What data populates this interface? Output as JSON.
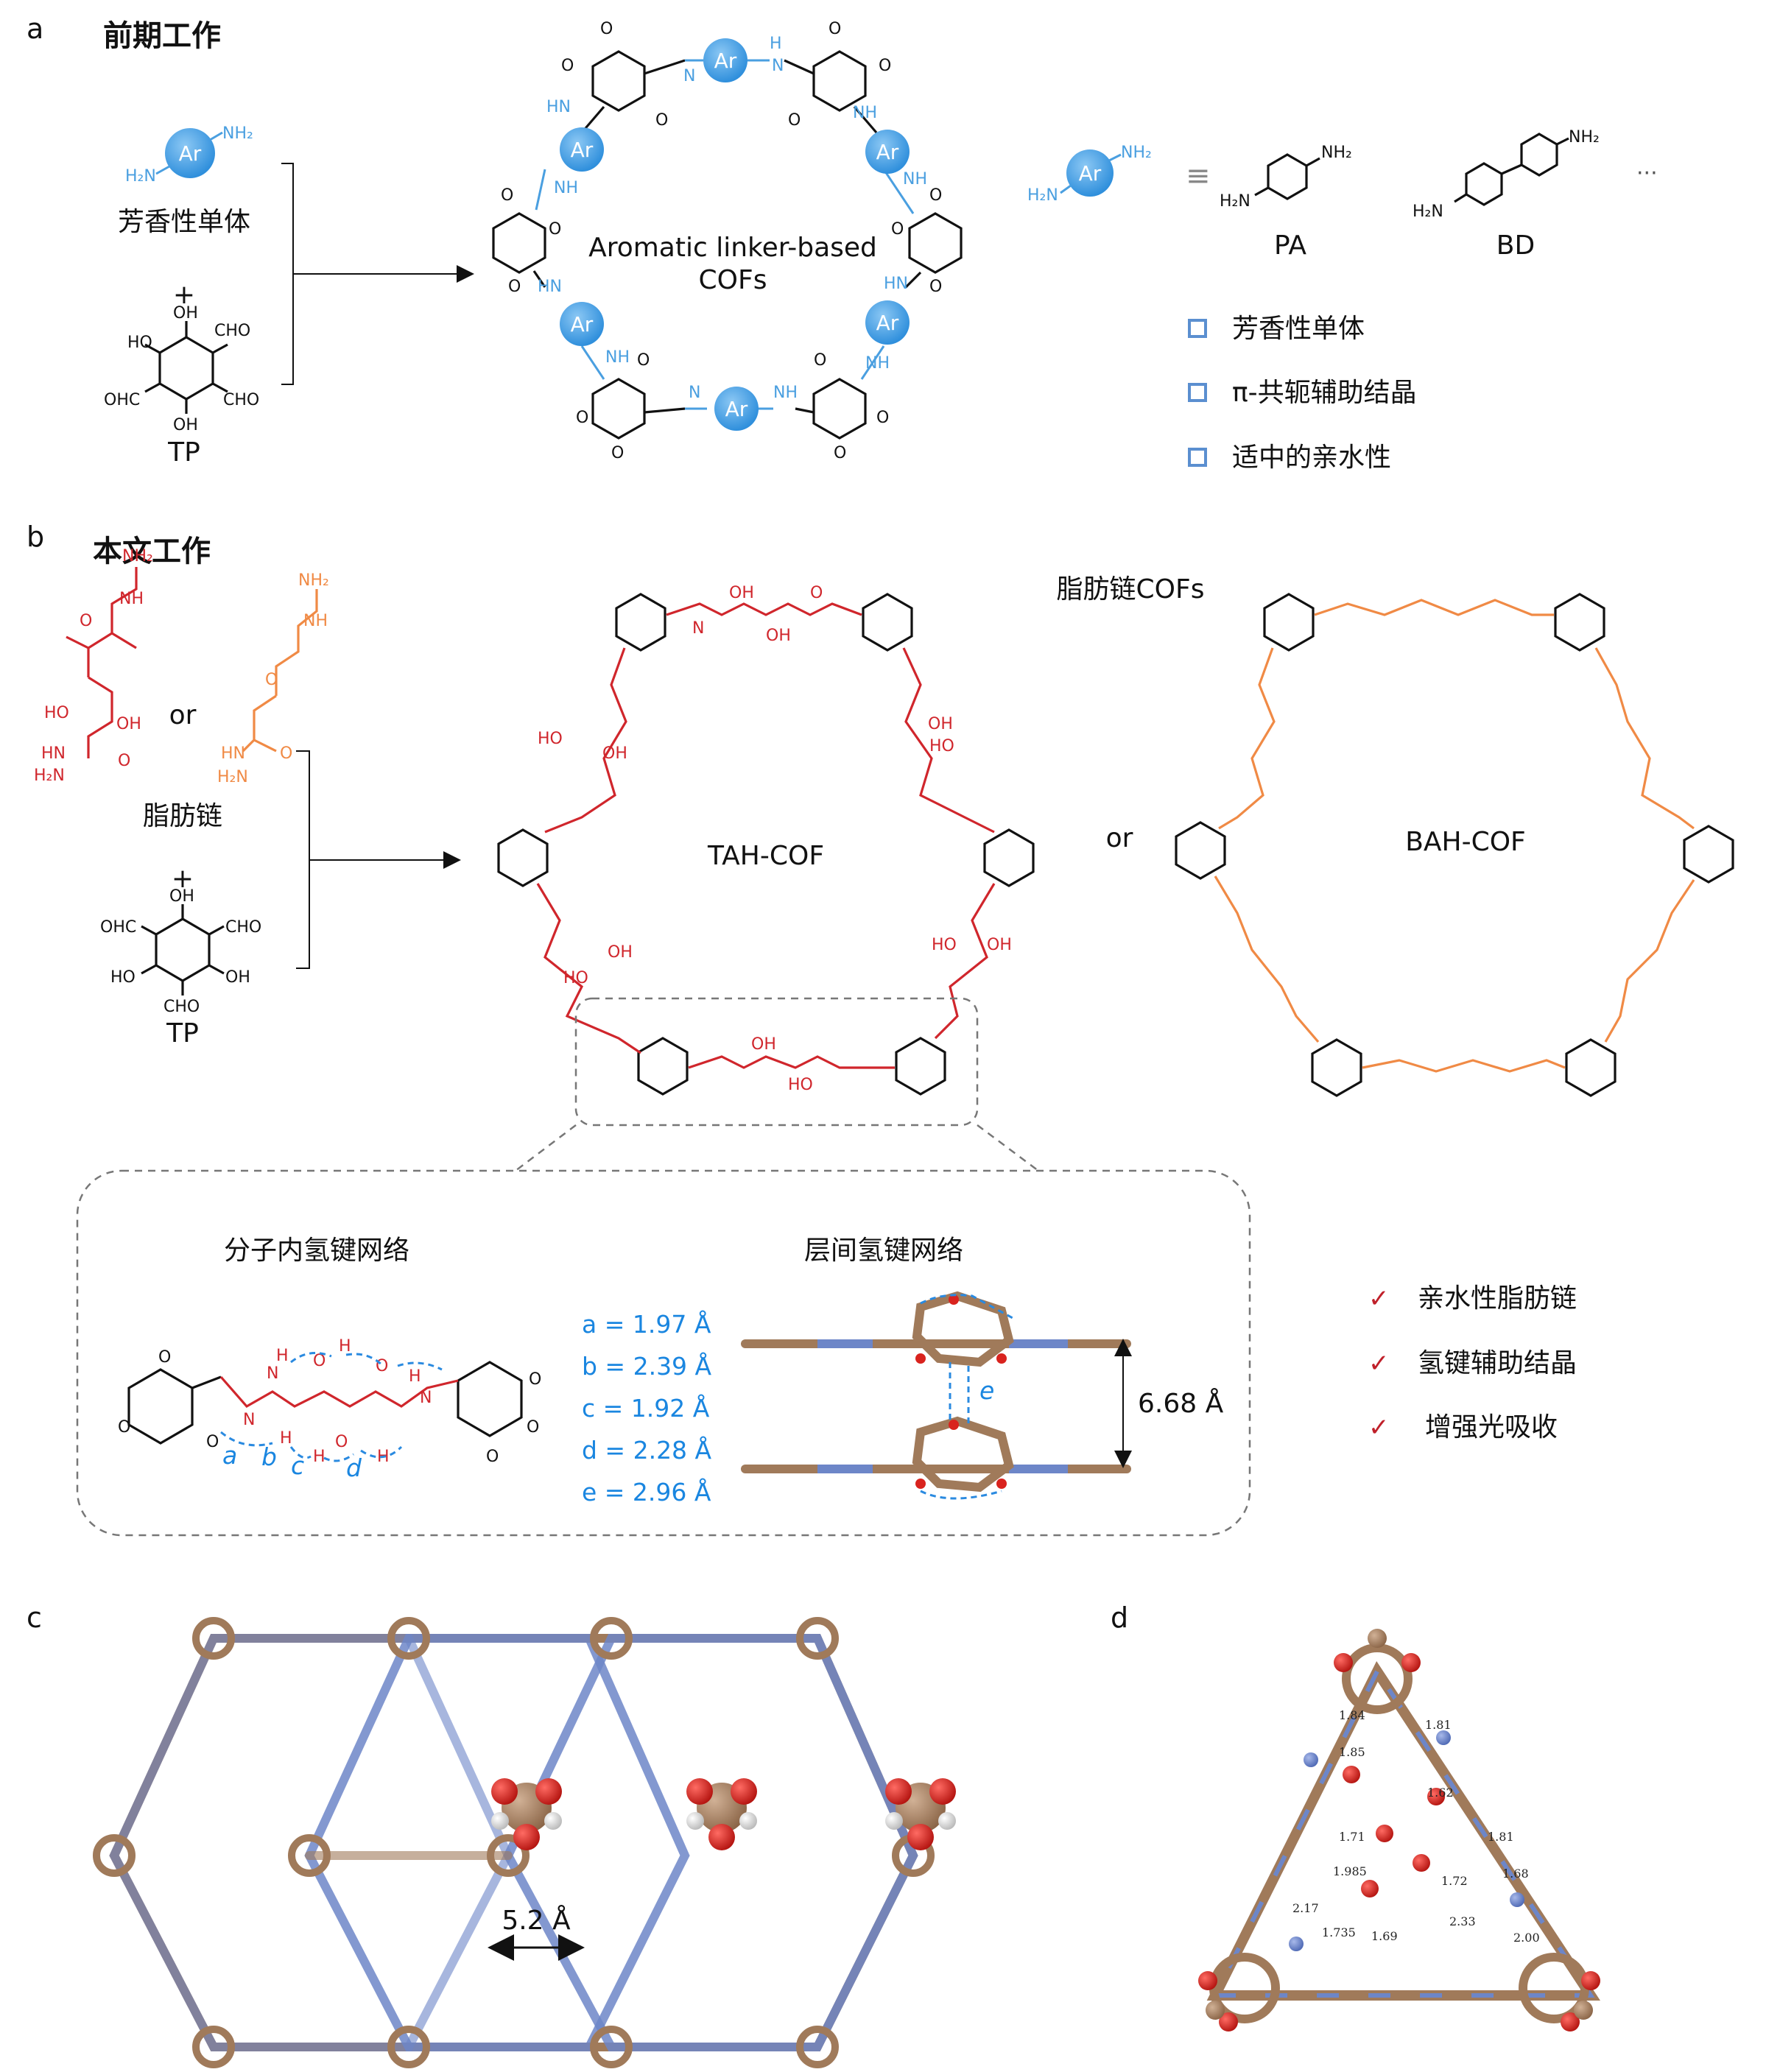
{
  "panels": {
    "a": {
      "label": "a",
      "title": "前期工作",
      "monomer_label": "芳香性单体",
      "plus": "+",
      "tp_label": "TP",
      "ar": "Ar",
      "nh2": "NH₂",
      "h2n": "H₂N",
      "nh": "NH",
      "hn": "HN",
      "n": "N",
      "h": "H",
      "o": "O",
      "cho": "CHO",
      "ohc": "OHC",
      "oh": "OH",
      "ho": "HO",
      "cof_line1": "Aromatic linker-based",
      "cof_line2": "COFs",
      "equiv": "≡",
      "pa": "PA",
      "bd": "BD",
      "ellipsis": "···",
      "features": [
        "芳香性单体",
        "π-共轭辅助结晶",
        "适中的亲水性"
      ]
    },
    "b": {
      "label": "b",
      "title": "本文工作",
      "or": "or",
      "fatty_label": "脂肪链",
      "plus": "+",
      "tp_label": "TP",
      "cof_group_label": "脂肪链COFs",
      "tah": "TAH-COF",
      "bah": "BAH-COF",
      "intra_title": "分子内氢键网络",
      "inter_title": "层间氢键网络",
      "hbond_letters": [
        "a",
        "b",
        "c",
        "d"
      ],
      "hbond_values": [
        "a = 1.97 Å",
        "b = 2.39 Å",
        "c = 1.92 Å",
        "d = 2.28 Å",
        "e = 2.96 Å"
      ],
      "e_label": "e",
      "layer_distance": "6.68 Å",
      "features": [
        "亲水性脂肪链",
        "氢键辅助结晶",
        "增强光吸收"
      ],
      "check": "✓"
    },
    "c": {
      "label": "c",
      "pore_distance": "5.2 Å"
    },
    "d": {
      "label": "d",
      "distances": [
        "1.84",
        "1.81",
        "1.85",
        "1.62",
        "1.71",
        "1.81",
        "1.985",
        "1.72",
        "1.68",
        "2.17",
        "1.735",
        "1.69",
        "2.33",
        "2.00"
      ]
    }
  },
  "colors": {
    "aromatic_blue": "#4a9fe0",
    "tah_red": "#d0262c",
    "bah_orange": "#f08a45",
    "hbond_blue": "#1a86e0",
    "carbon": "#a07a5a",
    "nitrogen": "#6d86c8",
    "oxygen": "#d9231e"
  }
}
